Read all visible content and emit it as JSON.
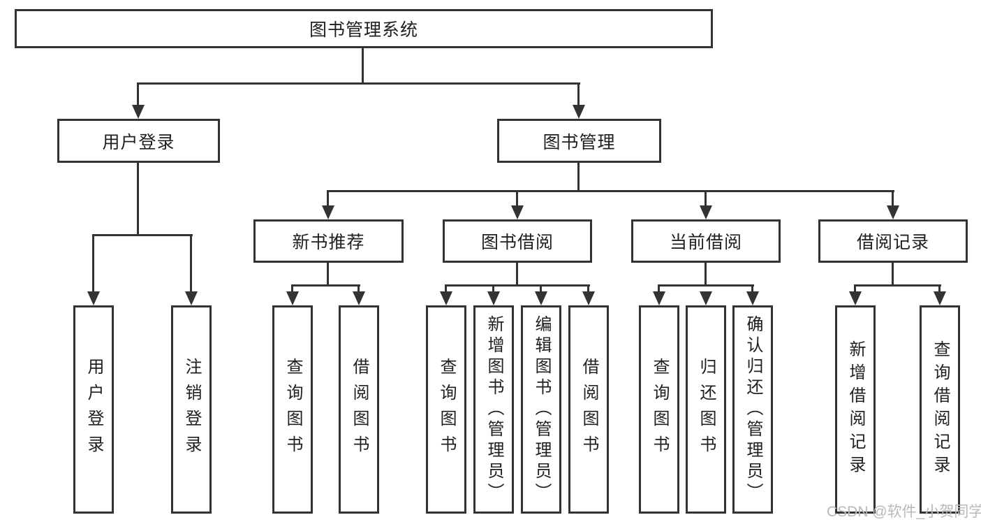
{
  "diagram": {
    "root": "图书管理系统",
    "level1": [
      "用户登录",
      "图书管理"
    ],
    "level2": [
      "新书推荐",
      "图书借阅",
      "当前借阅",
      "借阅记录"
    ],
    "level3": [
      "用户登录",
      "注销登录",
      "查询图书",
      "借阅图书",
      "查询图书",
      "新增图书（管理员）",
      "编辑图书（管理员）",
      "借阅图书",
      "查询图书",
      "归还图书",
      "确认归还（管理员）",
      "新增借阅记录",
      "查询借阅记录"
    ]
  },
  "watermark": "CSDN @软件_小贺同学",
  "colors": {
    "line": "#333333",
    "text": "#1f1f1f",
    "background": "#ffffff",
    "watermark": "#b9b9b9"
  }
}
